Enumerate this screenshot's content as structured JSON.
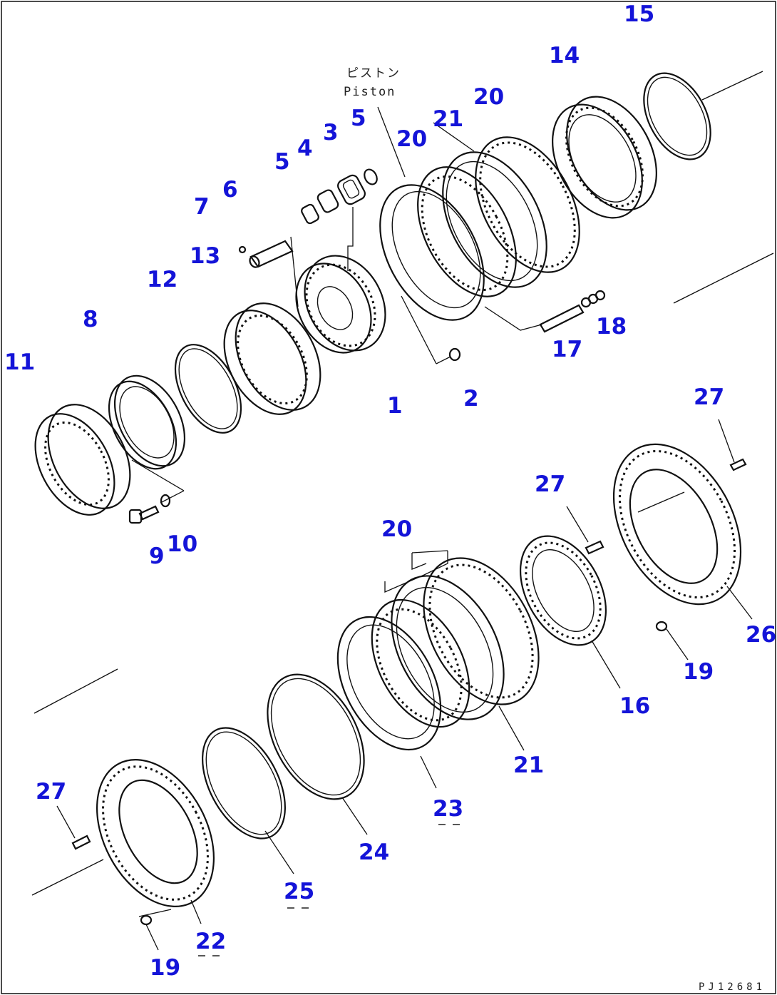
{
  "piston_label_jp": "ピストン",
  "piston_label_en": "Piston",
  "drawing_code": "PJ12681",
  "callouts": {
    "c1": "1",
    "c2": "2",
    "c3": "3",
    "c4": "4",
    "c5a": "5",
    "c5b": "5",
    "c6": "6",
    "c7": "7",
    "c8": "8",
    "c9": "9",
    "c10": "10",
    "c11": "11",
    "c12": "12",
    "c13": "13",
    "c14": "14",
    "c15": "15",
    "c16": "16",
    "c17": "17",
    "c18": "18",
    "c19a": "19",
    "c19b": "19",
    "c20a": "20",
    "c20b": "20",
    "c20c": "20",
    "c21a": "21",
    "c21b": "21",
    "c22": "22",
    "c23": "23",
    "c24": "24",
    "c25": "25",
    "c26": "26",
    "c27a": "27",
    "c27b": "27",
    "c27c": "27"
  },
  "colors": {
    "callout": "#1414d8",
    "line": "#111111"
  }
}
